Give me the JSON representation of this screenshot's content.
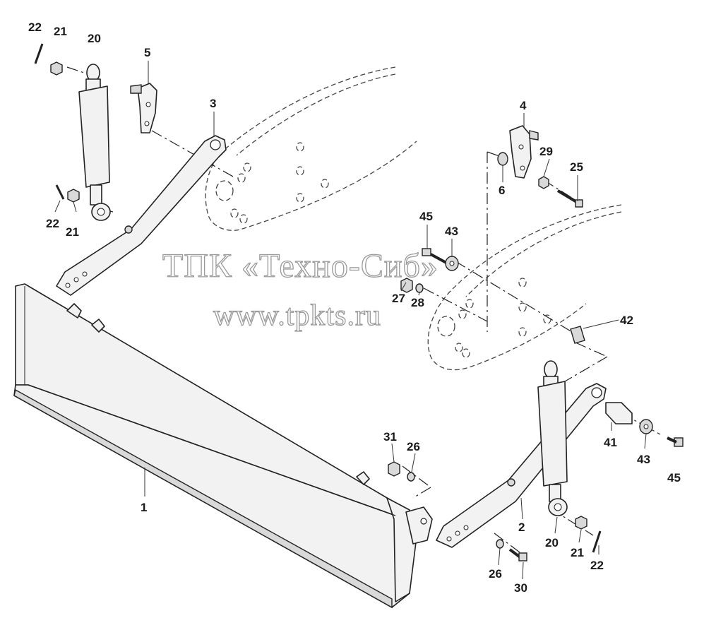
{
  "watermark": {
    "line1": "ТПК «Техно-Сиб»",
    "line2": "www.tpkts.ru"
  },
  "callouts": [
    "22",
    "21",
    "20",
    "5",
    "3",
    "4",
    "29",
    "25",
    "6",
    "22",
    "21",
    "45",
    "43",
    "27",
    "28",
    "42",
    "31",
    "26",
    "41",
    "43",
    "45",
    "1",
    "2",
    "20",
    "21",
    "22",
    "26",
    "30"
  ]
}
